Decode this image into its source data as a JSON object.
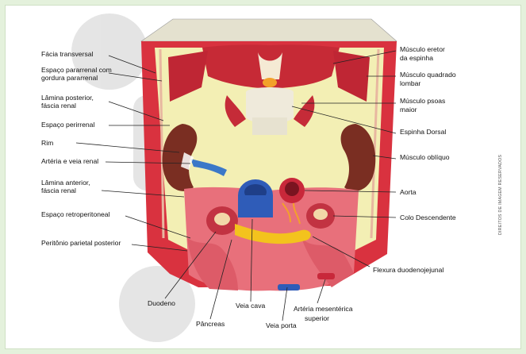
{
  "colors": {
    "page_bg": "#e4f1dc",
    "fat": "#f3efb4",
    "muscle": "#d9323f",
    "peritoneum": "#e8707b",
    "kidney": "#7a2e22",
    "vena_cava": "#2f5cb8",
    "aorta": "#c8283a",
    "pancreas": "#f3c31d",
    "bone": "#f3efe0"
  },
  "labels": {
    "fascia_transversal": "Fácia transversal",
    "espaco_pararrenal_1": "Espaço pararrenal com",
    "espaco_pararrenal_2": "gordura pararrenal",
    "lamina_posterior_1": "Lâmina posterior,",
    "lamina_posterior_2": "fáscia renal",
    "espaco_perirrenal": "Espaço perirrenal",
    "rim": "Rim",
    "arteria_veia_renal": "Artéria e veia renal",
    "lamina_anterior_1": "Lâmina anterior,",
    "lamina_anterior_2": "fáscia renal",
    "espaco_retroperitoneal": "Espaço retroperitoneal",
    "peritonio_parietal": "Peritônio parietal posterior",
    "duodeno": "Duodeno",
    "pancreas": "Pâncreas",
    "veia_cava": "Veia cava",
    "veia_porta": "Veia porta",
    "arteria_mesenterica_1": "Artéria mesentérica",
    "arteria_mesenterica_2": "superior",
    "flexura": "Flexura duodenojejunal",
    "colo_descendente": "Colo Descendente",
    "aorta": "Aorta",
    "musculo_obliquo": "Músculo oblíquo",
    "espinha_dorsal": "Espinha Dorsal",
    "psoas_1": "Músculo psoas",
    "psoas_2": "maior",
    "quadrado_1": "Músculo quadrado",
    "quadrado_2": "lombar",
    "eretor_1": "Músculo eretor",
    "eretor_2": "da espinha"
  },
  "rights_text": "DIREITOS DE IMAGEM RESERVADOS"
}
